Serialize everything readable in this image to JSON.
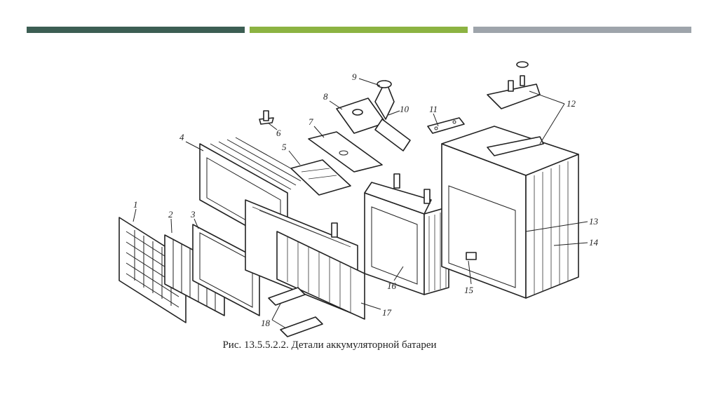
{
  "theme": {
    "bar_colors": [
      "#3c5e53",
      "#8cb342",
      "#9ea4ab"
    ]
  },
  "figure": {
    "caption": "Рис. 13.5.5.2.2. Детали аккумуляторной батареи",
    "part_labels": [
      "1",
      "2",
      "3",
      "4",
      "5",
      "6",
      "7",
      "8",
      "9",
      "10",
      "11",
      "12",
      "13",
      "14",
      "15",
      "16",
      "17",
      "18"
    ]
  }
}
